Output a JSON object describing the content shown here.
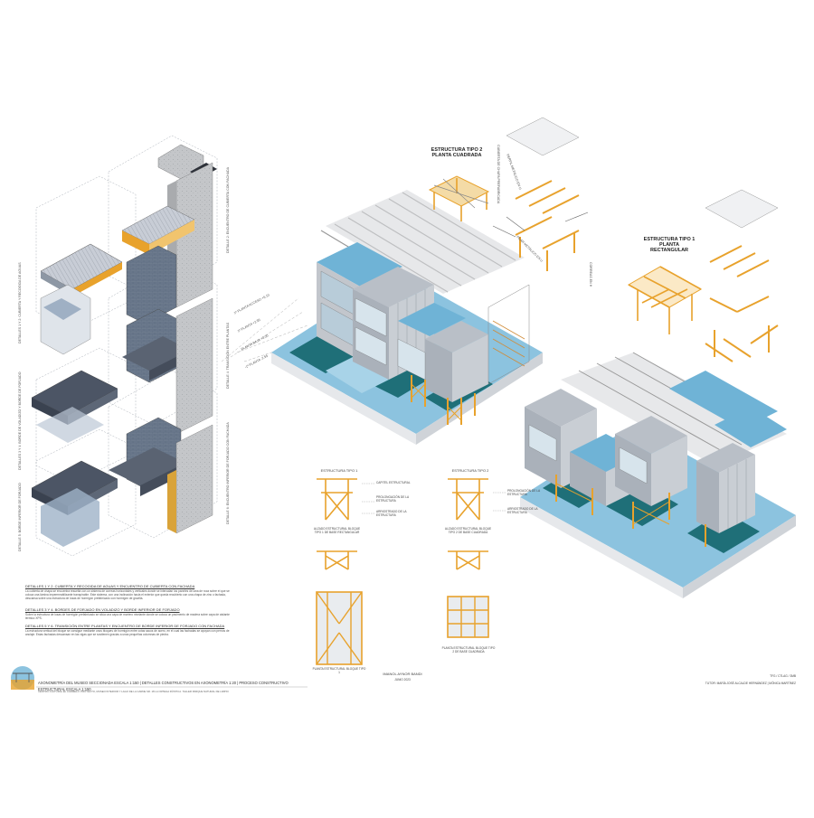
{
  "sheet": {
    "title": "AXONOMETRÍA DEL MUSEO SECCIONADA ESCALA 1:150 | DETALLES CONSTRUCTIVOS EN AXONOMETRÍA 1:20 | PROCESO CONSTRUCTIVO ESTRUCTURAL ESCALA 1:150",
    "subtitle": "CENTRO CULTURAL EL CARMELO. PROYECTO, MUSEO INTERIOR Y LAGO DE LA CARNE SR. 18 LA ORTEGA RÚSTICA. TALLER PARQUE NATURAL DE LIMPIO",
    "author": "IMANOL AYNOR BANDI",
    "date": "JUNIO 2023",
    "course": "TFG / CTLAG / 3MB",
    "tutors": "TUTOR: MARÍA JOSÉ ALCALDE HERNÁNDEZ | MÓNICA MARTÍNEZ"
  },
  "notes": [
    {
      "heading": "DETALLES 1 Y 2. CUBIERTA Y RECOGIDA DE AGUAS Y ENCUENTRO DE CUBIERTA CON FACHADA",
      "body": "La cubierta de chapa se encuentra resuelta con un sistema de correas horizontales y verticales donde se intercalan los paneles de lana de roca sobre el que se coloca una lámina impermeabilizante transpirable. Este sistema, con una inclinación hacia el exterior que queda recubierto con una chapa de zinc o fachada, descansa sobre una estructura de losas de hormigón prefabricado con hormigón de gravilla."
    },
    {
      "heading": "DETALLES 3 Y 4. BORDES DE FORJADO EN VOLADIZO Y BORDE INFERIOR DE FORJADO",
      "body": "Sobre la estructura de losas de hormigón prefabricado se sitúa una capa de mortero nivelante donde se coloca un pavimento de madera sobre capa de aislante térmico XPS."
    },
    {
      "heading": "DETALLES 5 Y 6. TRANSICIÓN ENTRE PLANTAS Y ENCUENTRO DE BORDE INFERIOR DE FORJADO CON FACHADA",
      "body": "La estructura vertical del bloque se consigue mediante unos bloques de hormigón entre cotas sacos de acero, en el cual las fachadas se apoyan con pernos de anclaje. Estas fachadas descansan en las vigas que se sostienen gracias a unas pequeñas columnas de piedra."
    }
  ],
  "detail_labels": [
    "DETALLES 1 Y 2: CUBIERTA Y RECOGIDA DE AGUAS",
    "DETALLES 3 Y 4: BORDE DE VOLADIZO Y BORDE DE FORJADO",
    "DETALLE 5: BORDE INFERIOR DE FORJADO",
    "DETALLE 2: ENCUENTRO DE CUBIERTA CON FACHADA",
    "DETALLE 4: TRANSICIÓN ENTRE PLANTAS",
    "DETALLE 6: ENCUENTRO INFERIOR DE FORJADO CON FACHADA"
  ],
  "structures": {
    "type2_title": "ESTRUCTURA TIPO 2\nPLANTA CUADRADA",
    "type1_title": "ESTRUCTURA TIPO 1\nPLANTA RECTANGULAR",
    "type1_elev_title": "ESTRUCTURA TIPO 1",
    "type2_elev_title": "ESTRUCTURA TIPO 2",
    "elev_notes": [
      "ALZADO ESTRUCTURAL BLOQUE TIPO 1 DE BASE RECTANGULAR",
      "ALZADO ESTRUCTURAL BLOQUE TIPO 2 DE BASE CUADRADA",
      "PLANTA ESTRUCTURAL BLOQUE TIPO 1",
      "PLANTA ESTRUCTURAL BLOQUE TIPO 2 DE BASE CUADRADA"
    ],
    "callouts": [
      "CAPITEL ESTRUCTURAL",
      "PROLONGACIÓN DE LA ESTRUCTURA",
      "ARRIOSTRADO DE LA ESTRUCTURA"
    ],
    "exploded_labels": [
      "CUBIERTA DE CHAPA PREFABRICADA",
      "PERFIL METÁLICO EN U",
      "PILAR METÁLICO EN U",
      "CORREAS EN H"
    ],
    "axo_levels": [
      "1ª PLANTA ACCESO +5.10",
      "1ª PLANTA +2.55",
      "PLANTA BAJA +0.00",
      "-1ª PLANTA -2.55"
    ]
  },
  "colors": {
    "timber": "#e8a22c",
    "water": "#6fb3d6",
    "teal": "#1f6f78",
    "concrete": "#c9cbd0",
    "stone": "#6a7a8c"
  }
}
